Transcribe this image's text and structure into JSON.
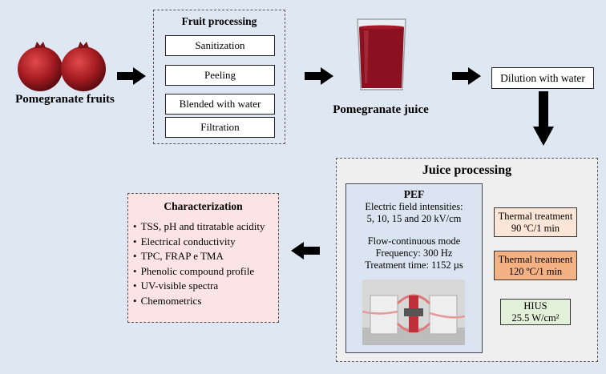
{
  "fruits": {
    "label": "Pomegranate fruits"
  },
  "fruit_processing": {
    "title": "Fruit processing",
    "steps": [
      "Sanitization",
      "Peeling",
      "Blended with water",
      "Filtration"
    ]
  },
  "juice": {
    "label": "Pomegranate juice"
  },
  "dilution": {
    "label": "Dilution with water"
  },
  "juice_processing": {
    "title": "Juice processing",
    "pef": {
      "title": "PEF",
      "line1": "Electric field intensities:",
      "line2": "5, 10, 15 and 20 kV/cm",
      "line3": "Flow-continuous mode",
      "line4": "Frequency: 300 Hz",
      "line5": "Treatment time: 1152 µs"
    },
    "thermal1": {
      "line1": "Thermal treatment",
      "line2": "90 ºC/1 min"
    },
    "thermal2": {
      "line1": "Thermal treatment",
      "line2": "120 ºC/1 min"
    },
    "hius": {
      "line1": "HIUS",
      "line2": "25.5 W/cm²"
    }
  },
  "characterization": {
    "title": "Characterization",
    "items": [
      "TSS, pH and titratable acidity",
      "Electrical  conductivity",
      "TPC, FRAP e TMA",
      "Phenolic compound profile",
      "UV-visible spectra",
      "Chemometrics"
    ]
  },
  "colors": {
    "background": "#dfe8f2",
    "pef_box": "#dbe5f1",
    "thermal_90": "#fbe5d6",
    "thermal_120": "#f4b183",
    "hius": "#e2f0d9",
    "characterization_box": "#fce4e4",
    "juice": "#8b1020"
  }
}
